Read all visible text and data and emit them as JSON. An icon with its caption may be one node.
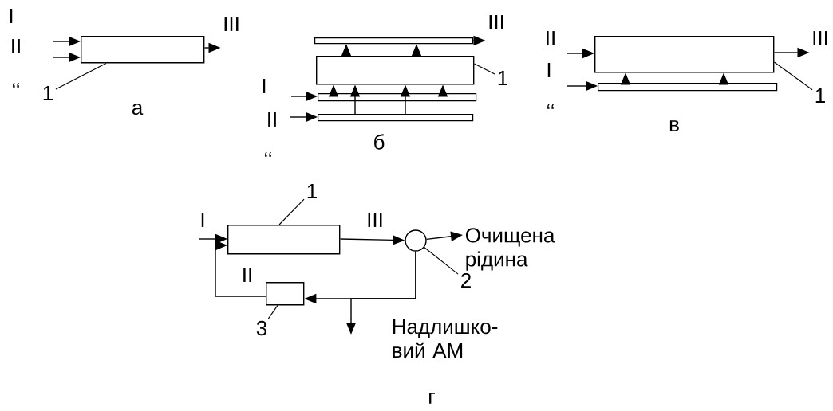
{
  "diagram": {
    "nodes": [
      {
        "text": [],
        "shape": "box"
      },
      {
        "text": [
          "1"
        ]
      },
      {
        "text": [],
        "shape": "bar"
      },
      {
        "text": [],
        "shape": "box"
      },
      {
        "text": [],
        "shape": "bar"
      },
      {
        "text": [],
        "shape": "bar"
      },
      {
        "text": [
          "1"
        ]
      },
      {
        "text": [],
        "shape": "box"
      },
      {
        "text": [],
        "shape": "bar"
      },
      {
        "text": [
          "1"
        ]
      },
      {
        "text": [],
        "shape": "box"
      },
      {
        "text": [
          "1"
        ]
      },
      {
        "text": [],
        "shape": "circle"
      },
      {
        "text": [
          "2"
        ]
      },
      {
        "text": [
          "Очищена рідина"
        ]
      },
      {
        "text": [],
        "shape": "box"
      },
      {
        "text": [
          "3"
        ]
      },
      {
        "text": [
          "III"
        ]
      },
      {
        "text": [
          "III"
        ]
      },
      {
        "text": [
          "III"
        ]
      }
    ],
    "edges": [
      {
        "from": null,
        "to": 0,
        "arrow": "to"
      },
      {
        "from": null,
        "to": 0,
        "arrow": "to"
      },
      {
        "from": 0,
        "to": 17,
        "arrow": "to"
      },
      {
        "from": 1,
        "to": 0,
        "arrow": "none"
      },
      {
        "from": null,
        "to": 4,
        "arrow": "to"
      },
      {
        "from": null,
        "to": 5,
        "arrow": "to"
      },
      {
        "from": 2,
        "to": 18,
        "arrow": "to"
      },
      {
        "from": 4,
        "to": 3,
        "arrow": "to"
      },
      {
        "from": 4,
        "to": 3,
        "arrow": "to"
      },
      {
        "from": 5,
        "to": 3,
        "arrow": "to"
      },
      {
        "from": 5,
        "to": 3,
        "arrow": "to"
      },
      {
        "from": 3,
        "to": 2,
        "arrow": "to"
      },
      {
        "from": 3,
        "to": 2,
        "arrow": "to"
      },
      {
        "from": 6,
        "to": 3,
        "arrow": "none"
      },
      {
        "from": null,
        "to": 7,
        "arrow": "to"
      },
      {
        "from": null,
        "to": 8,
        "arrow": "to"
      },
      {
        "from": 7,
        "to": 19,
        "arrow": "to"
      },
      {
        "from": 8,
        "to": 7,
        "arrow": "to"
      },
      {
        "from": 8,
        "to": 7,
        "arrow": "to"
      },
      {
        "from": 9,
        "to": 7,
        "arrow": "none"
      },
      {
        "from": null,
        "to": 10,
        "arrow": "to"
      },
      {
        "from": 10,
        "to": 12,
        "arrow": "to"
      },
      {
        "from": 12,
        "to": 14,
        "arrow": "to"
      },
      {
        "from": 12,
        "to": 15,
        "arrow": "to"
      },
      {
        "from": 12,
        "to": null,
        "arrow": "to"
      },
      {
        "from": 15,
        "to": 10,
        "arrow": "to"
      },
      {
        "from": 11,
        "to": 10,
        "arrow": "none"
      },
      {
        "from": 13,
        "to": 12,
        "arrow": "none"
      },
      {
        "from": 16,
        "to": 15,
        "arrow": "none"
      }
    ],
    "labels": [
      "I",
      "II",
      "‘‘",
      "а",
      "I",
      "II",
      "б",
      "‘‘",
      "II",
      "I",
      "‘‘",
      "в",
      "I",
      "III",
      "II",
      "Надлишко- вий АМ",
      "г"
    ]
  }
}
